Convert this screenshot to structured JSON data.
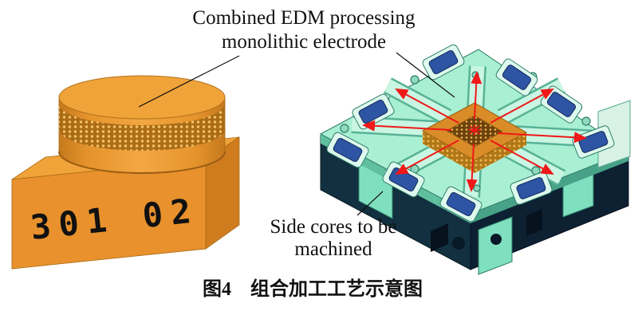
{
  "figure": {
    "top_label": {
      "line1": "Combined EDM processing",
      "line2": "monolithic electrode"
    },
    "side_label": {
      "line1": "Side cores to be",
      "line2": "machined"
    },
    "electrode_marking": "301 02",
    "caption": "图4　组合加工工艺示意图"
  },
  "colors": {
    "electrode_orange": "#E8912D",
    "electrode_orange_top": "#F0A339",
    "electrode_orange_dark": "#CF7C1E",
    "marking_green": "#35E03A",
    "mold_mint": "#A9EFD3",
    "mold_mint_light": "#C9F6E3",
    "mold_edge_green": "#2E7D68",
    "mold_dark_teal": "#123040",
    "mold_dark_navy": "#0D2133",
    "insert_blue": "#2E55A3",
    "ring_orange": "#D98C28",
    "arrow_red": "#F01818",
    "label_black": "#111111"
  }
}
